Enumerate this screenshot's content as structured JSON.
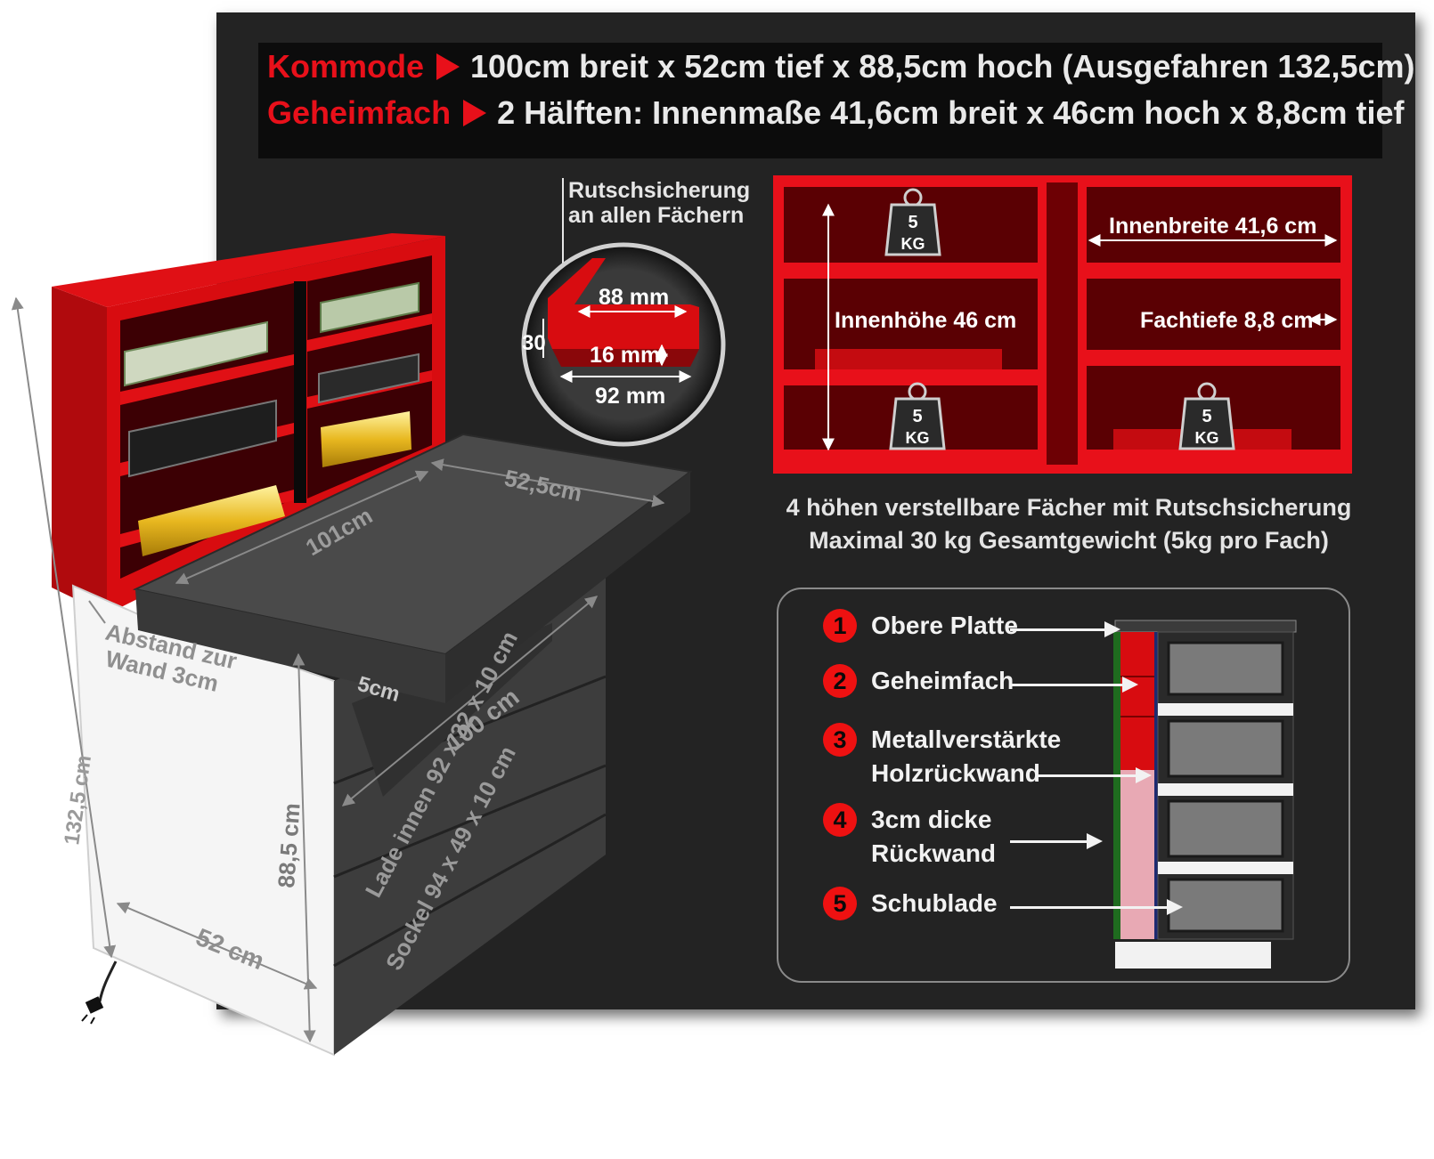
{
  "header": {
    "line1": {
      "label": "Kommode",
      "text": "100cm breit x 52cm tief x 88,5cm hoch (Ausgefahren 132,5cm)"
    },
    "line2": {
      "label": "Geheimfach",
      "text": "2 Hälften: Innenmaße 41,6cm breit x 46cm hoch x 8,8cm tief"
    }
  },
  "detail": {
    "title_1": "Rutschsicherung",
    "title_2": "an allen Fächern",
    "width_top": "88 mm",
    "height": "30",
    "lip": "16 mm",
    "width_bottom": "92 mm"
  },
  "compartment": {
    "weight_value": "5",
    "weight_unit": "KG",
    "inner_height": "Innenhöhe 46 cm",
    "inner_width": "Innenbreite 41,6 cm",
    "depth": "Fachtiefe 8,8 cm"
  },
  "caption": {
    "line1": "4 höhen verstellbare Fächer mit Rutschsicherung",
    "line2": "Maximal 30 kg Gesamtgewicht (5kg pro Fach)"
  },
  "legend": {
    "items": [
      {
        "num": "1",
        "label": "Obere Platte"
      },
      {
        "num": "2",
        "label": "Geheimfach"
      },
      {
        "num": "3",
        "label": "Metallverstärkte Holzrückwand",
        "line1": "Metallverstärkte",
        "line2": "Holzrückwand"
      },
      {
        "num": "4",
        "label": "3cm dicke Rückwand",
        "line1": "3cm dicke",
        "line2": "Rückwand"
      },
      {
        "num": "5",
        "label": "Schublade"
      }
    ]
  },
  "dims": {
    "total_height": "132,5 cm",
    "wall_gap_1": "Abstand zur",
    "wall_gap_2": "Wand 3cm",
    "top_width": "101cm",
    "top_depth": "52,5cm",
    "top_thickness": "5cm",
    "width": "100 cm",
    "drawer": "Lade innen 92 x 32 x 10 cm",
    "base": "Sockel 94 x 49 x 10 cm",
    "height": "88,5 cm",
    "depth": "52 cm"
  },
  "colors": {
    "board": "#232323",
    "accent_red": "#e8101a",
    "cabinet_red": "#d80c10",
    "dark_top": "#4a4a4a",
    "text": "#e9e9e9"
  }
}
